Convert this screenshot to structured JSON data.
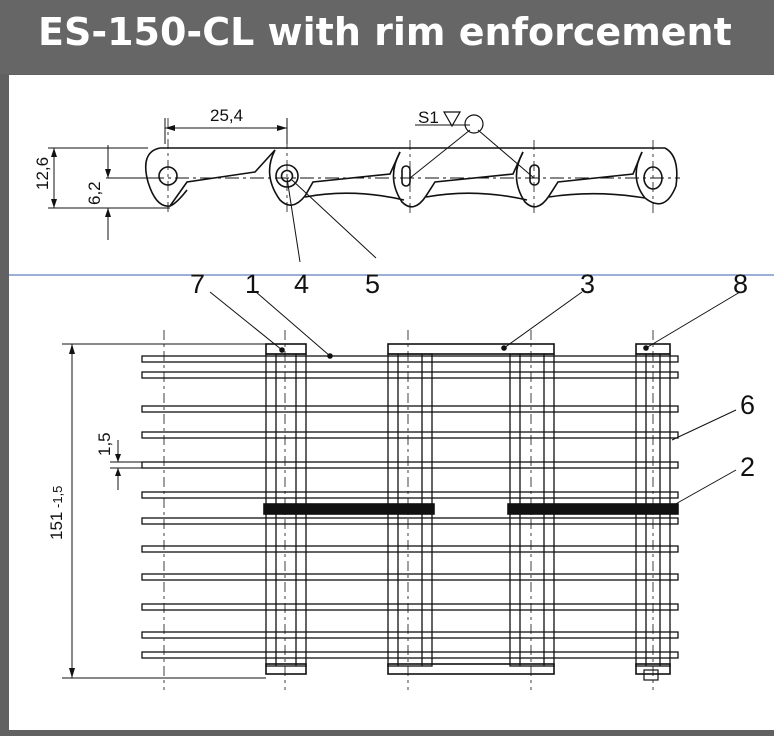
{
  "title": "ES-150-CL with rim enforcement",
  "colors": {
    "title_bg": "#666666",
    "frame": "#616161",
    "title_text": "#ffffff",
    "guide_line": "#3a5fb0"
  },
  "side_view": {
    "pitch_dim": "25,4",
    "height_dim": "12,6",
    "center_dim": "6,2",
    "surface_mark": "S1"
  },
  "top_view": {
    "width_dim": "151",
    "width_tol": "-1,5",
    "wire_dim": "1,5"
  },
  "callouts": [
    "7",
    "1",
    "4",
    "5",
    "3",
    "8",
    "6",
    "2"
  ]
}
